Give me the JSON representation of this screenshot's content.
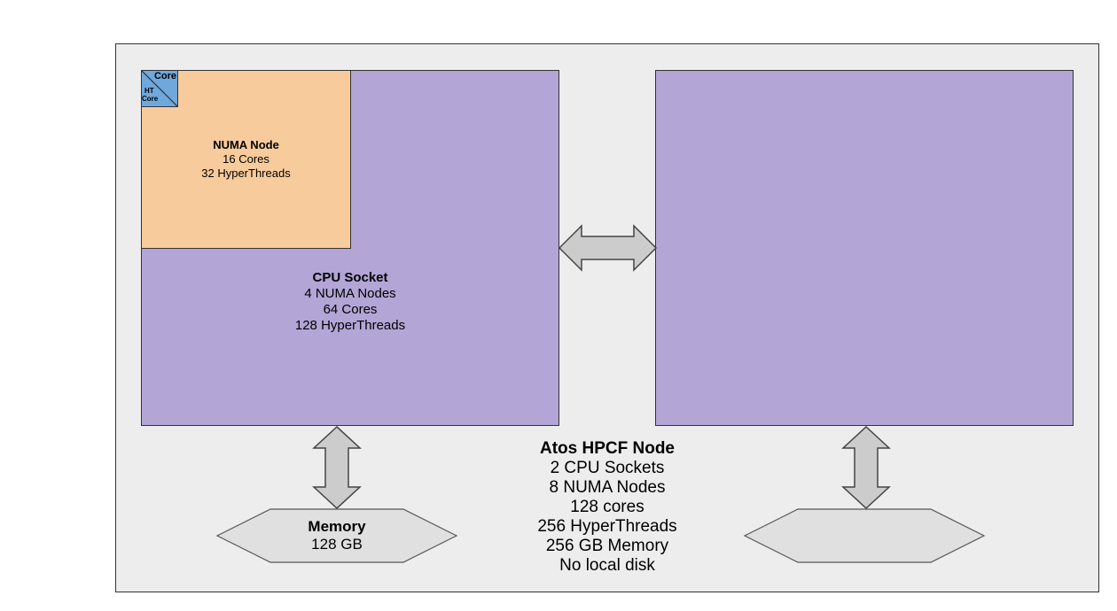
{
  "core": {
    "label": "Core",
    "ht_label_1": "HT",
    "ht_label_2": "Core"
  },
  "numa": {
    "title": "NUMA Node",
    "line1": "16 Cores",
    "line2": "32 HyperThreads"
  },
  "socket": {
    "title": "CPU Socket",
    "line1": "4 NUMA Nodes",
    "line2": "64 Cores",
    "line3": "128 HyperThreads"
  },
  "memory": {
    "title": "Memory",
    "size": "128 GB"
  },
  "node": {
    "title": "Atos HPCF Node",
    "line1": "2 CPU Sockets",
    "line2": "8 NUMA Nodes",
    "line3": "128 cores",
    "line4": "256 HyperThreads",
    "line5": "256 GB Memory",
    "line6": "No local disk"
  },
  "colors": {
    "node_bg": "#ededed",
    "socket": "#b3a5d6",
    "numa": "#f8cb9c",
    "core": "#6fa8dc",
    "arrow_fill": "#cccccc",
    "memory_fill": "#e0e0e0"
  }
}
